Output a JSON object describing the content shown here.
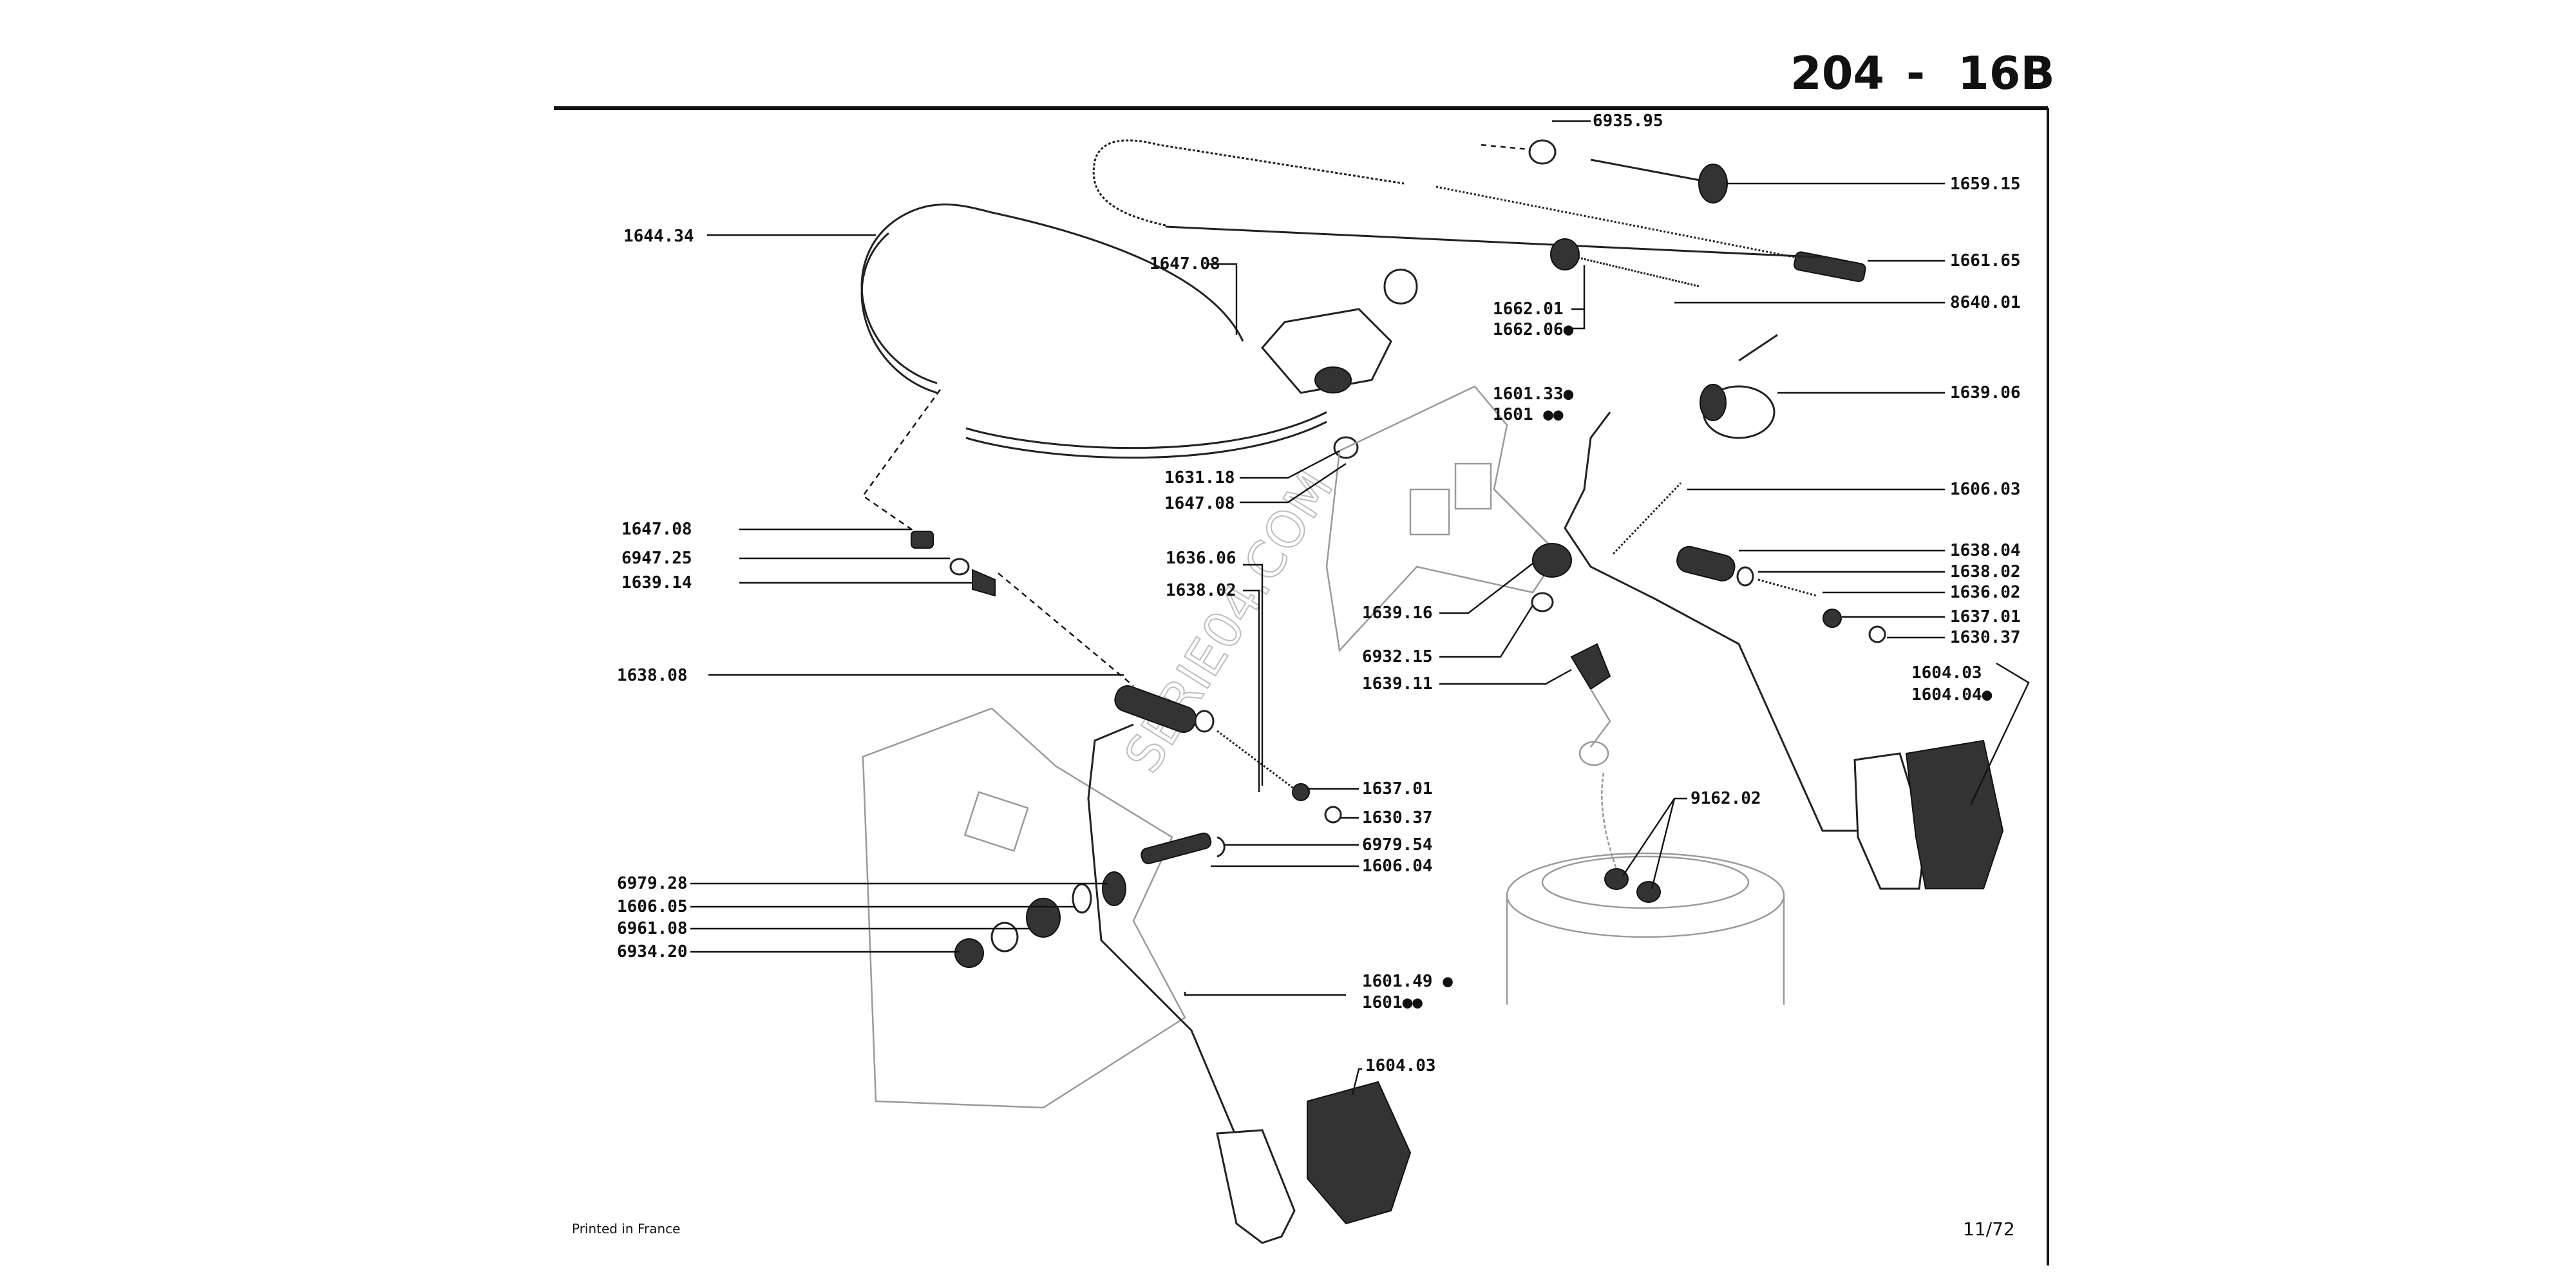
{
  "header": {
    "model": "204",
    "separator": "-",
    "section": "16B"
  },
  "watermark": "SERIE04.COM",
  "footer": {
    "printed": "Printed in France",
    "date": "11/72"
  },
  "callouts": [
    {
      "ref": "1644.34"
    },
    {
      "ref": "1647.08"
    },
    {
      "ref": "6935.95"
    },
    {
      "ref": "1659.15"
    },
    {
      "ref": "1661.65"
    },
    {
      "ref": "8640.01"
    },
    {
      "ref": "1662.01"
    },
    {
      "ref": "1662.06●"
    },
    {
      "ref": "1639.06"
    },
    {
      "ref": "1601.33●"
    },
    {
      "ref": "1601 ●●"
    },
    {
      "ref": "1631.18"
    },
    {
      "ref": "1647.08"
    },
    {
      "ref": "1606.03"
    },
    {
      "ref": "1647.08"
    },
    {
      "ref": "6947.25"
    },
    {
      "ref": "1639.14"
    },
    {
      "ref": "1636.06"
    },
    {
      "ref": "1638.02"
    },
    {
      "ref": "1638.04"
    },
    {
      "ref": "1638.02"
    },
    {
      "ref": "1636.02"
    },
    {
      "ref": "1637.01"
    },
    {
      "ref": "1630.37"
    },
    {
      "ref": "1639.16"
    },
    {
      "ref": "6932.15"
    },
    {
      "ref": "1639.11"
    },
    {
      "ref": "1638.08"
    },
    {
      "ref": "1604.03"
    },
    {
      "ref": "1604.04●"
    },
    {
      "ref": "1637.01"
    },
    {
      "ref": "1630.37"
    },
    {
      "ref": "9162.02"
    },
    {
      "ref": "6979.54"
    },
    {
      "ref": "1606.04"
    },
    {
      "ref": "6979.28"
    },
    {
      "ref": "1606.05"
    },
    {
      "ref": "6961.08"
    },
    {
      "ref": "6934.20"
    },
    {
      "ref": "1601.49 ●"
    },
    {
      "ref": "1601●●"
    },
    {
      "ref": "1604.03"
    }
  ]
}
